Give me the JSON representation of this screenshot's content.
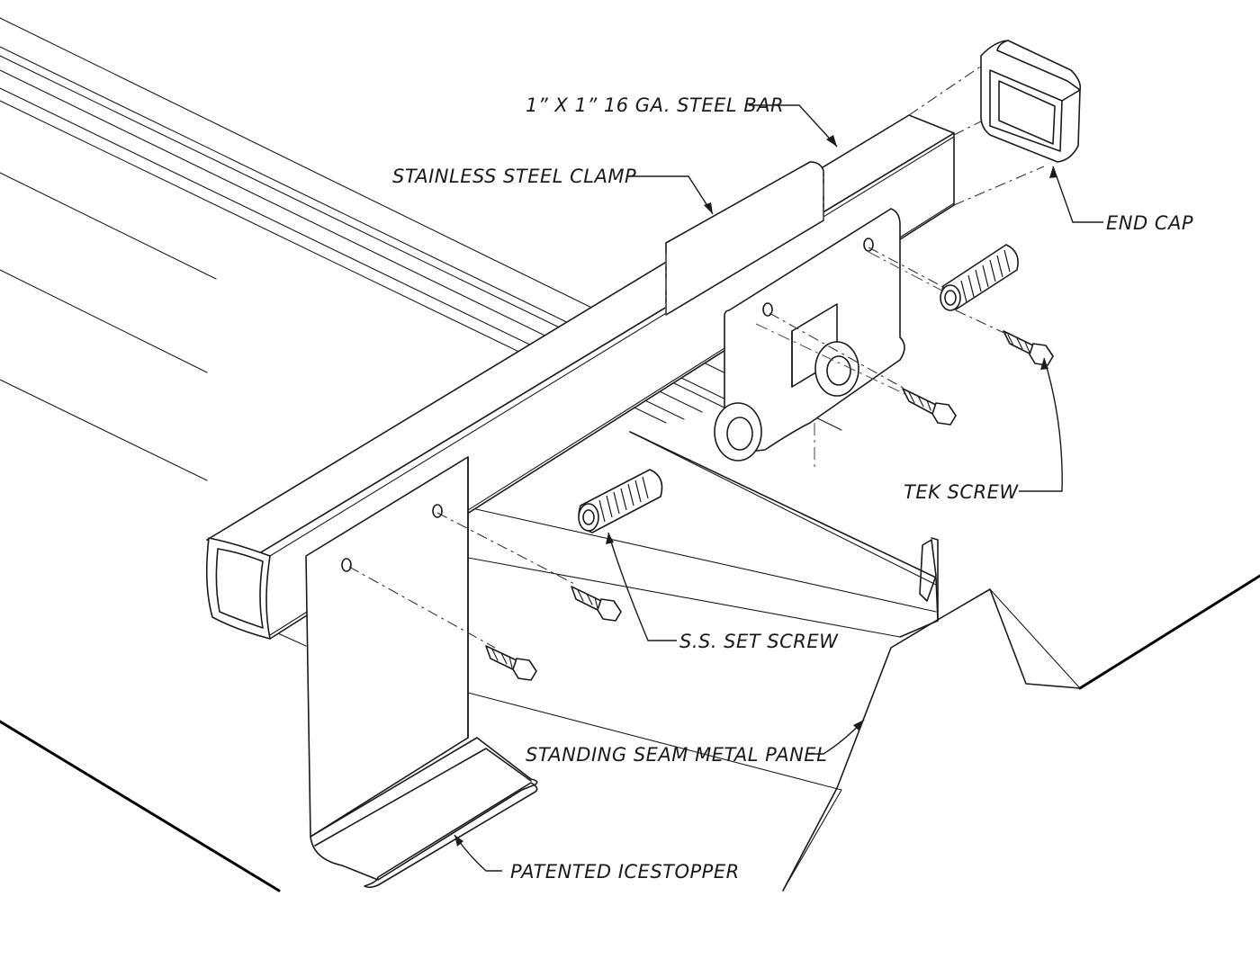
{
  "labels": {
    "steel_bar": "1” X 1” 16 GA. STEEL BAR",
    "clamp": "STAINLESS STEEL CLAMP",
    "end_cap": "END CAP",
    "tek_screw": "TEK SCREW",
    "set_screw": "S.S. SET SCREW",
    "panel": "STANDING SEAM METAL PANEL",
    "icestopper": "PATENTED ICESTOPPER"
  }
}
